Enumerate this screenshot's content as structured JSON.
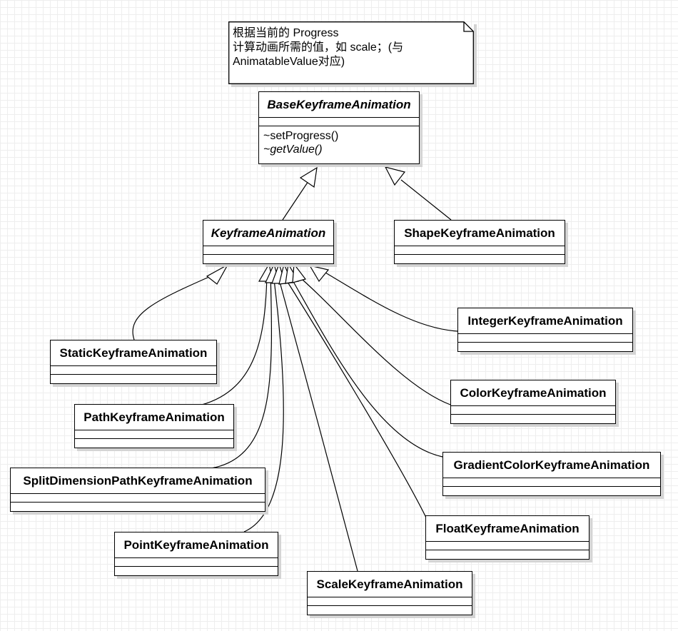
{
  "note": {
    "lines": [
      "根据当前的 Progress",
      "计算动画所需的值，如 scale；(与",
      "AnimatableValue对应)"
    ]
  },
  "classes": {
    "base": {
      "name": "BaseKeyframeAnimation",
      "operations": [
        "~setProgress()",
        "~getValue()"
      ]
    },
    "keyframe": {
      "name": "KeyframeAnimation"
    },
    "shape": {
      "name": "ShapeKeyframeAnimation"
    },
    "static_kf": {
      "name": "StaticKeyframeAnimation"
    },
    "path": {
      "name": "PathKeyframeAnimation"
    },
    "split": {
      "name": "SplitDimensionPathKeyframeAnimation"
    },
    "point": {
      "name": "PointKeyframeAnimation"
    },
    "scale": {
      "name": "ScaleKeyframeAnimation"
    },
    "float_kf": {
      "name": "FloatKeyframeAnimation"
    },
    "gradient": {
      "name": "GradientColorKeyframeAnimation"
    },
    "color": {
      "name": "ColorKeyframeAnimation"
    },
    "integer": {
      "name": "IntegerKeyframeAnimation"
    }
  }
}
